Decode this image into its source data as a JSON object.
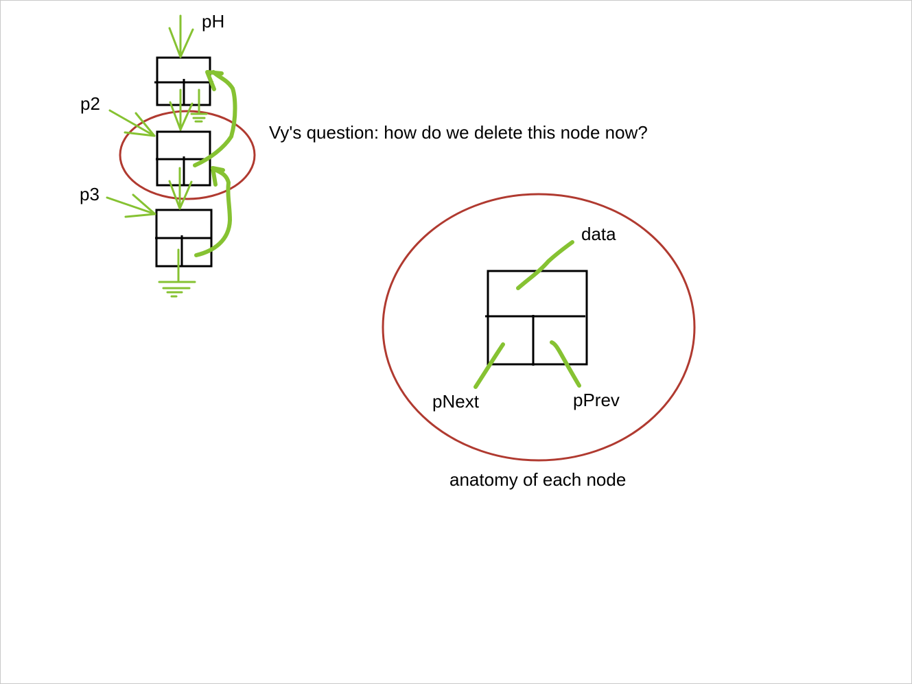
{
  "labels": {
    "head_pointer": "pH",
    "pointer_2": "p2",
    "pointer_3": "p3",
    "question": "Vy's question: how do we delete this node now?",
    "field_data": "data",
    "field_next": "pNext",
    "field_prev": "pPrev",
    "caption": "anatomy of each node"
  },
  "colors": {
    "ink": "#000000",
    "pointer_arrows": "#86c232",
    "highlight_circles": "#b03a30",
    "background": "#ffffff"
  },
  "structure": {
    "list_nodes": 3,
    "kind": "doubly linked list"
  }
}
